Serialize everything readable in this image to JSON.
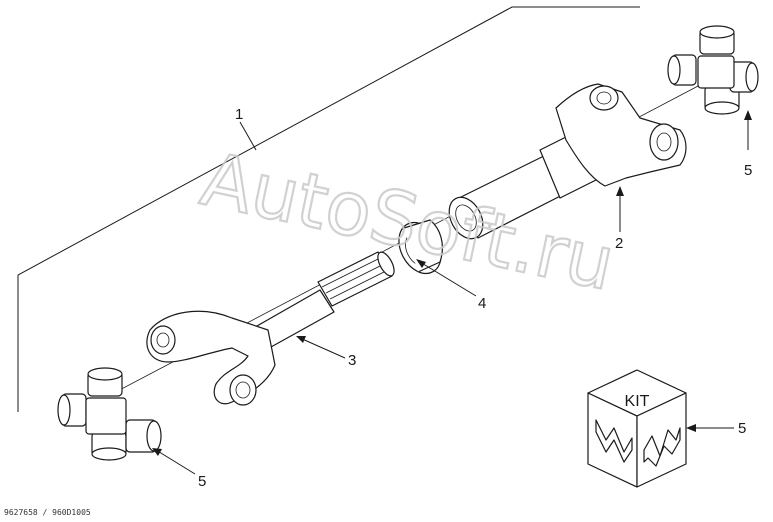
{
  "diagram": {
    "labels": {
      "assembly": "1",
      "tube": "2",
      "shaft": "3",
      "seal": "4",
      "cross_top": "5",
      "cross_bottom": "5",
      "kit_ref": "5"
    },
    "kit_box_text": "KIT",
    "watermark": "AutoSoft.ru",
    "drawing_code": "9627658 / 960D1005"
  }
}
